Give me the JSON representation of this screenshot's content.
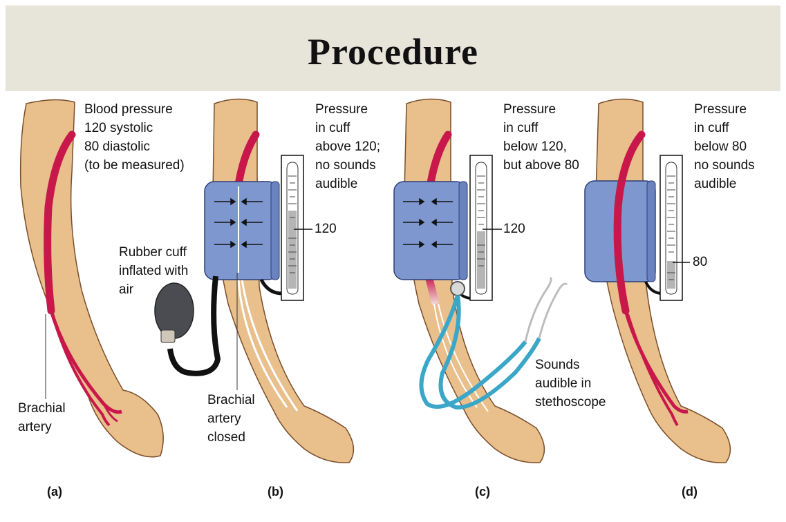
{
  "title": "Procedure",
  "panels": {
    "a": {
      "label": "(a)",
      "note": "Blood pressure\n120 systolic\n80 diastolic\n(to be measured)",
      "artery_label": "Brachial\nartery"
    },
    "b": {
      "label": "(b)",
      "note": "Pressure\nin cuff\nabove 120;\nno sounds\naudible",
      "cuff_label": "Rubber cuff\ninflated with\nair",
      "artery_label": "Brachial\nartery\nclosed",
      "gauge_value": "120"
    },
    "c": {
      "label": "(c)",
      "note": "Pressure\nin cuff\nbelow 120,\nbut above 80",
      "sound_label": "Sounds\naudible in\nstethoscope",
      "gauge_value": "120"
    },
    "d": {
      "label": "(d)",
      "note": "Pressure\nin cuff\nbelow 80\nno sounds\naudible",
      "gauge_value": "80"
    }
  },
  "colors": {
    "header_bg": "#e7e4d9",
    "skin": "#e9bf8c",
    "artery": "#c8174a",
    "cuff": "#7e97cf",
    "tube": "#3aa6c8",
    "bulb": "#4a4c52"
  }
}
